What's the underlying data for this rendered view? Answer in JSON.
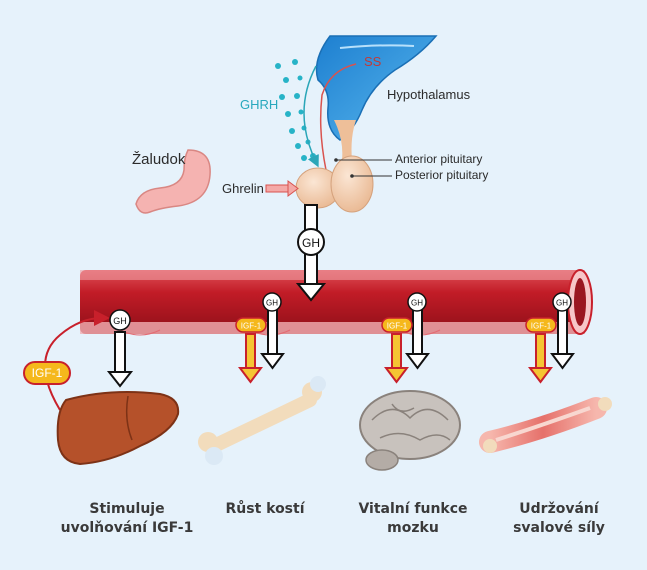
{
  "labels": {
    "ss": "SS",
    "hypothalamus": "Hypothalamus",
    "ghrh": "GHRH",
    "stomach": "Žaludok",
    "ghrelin": "Ghrelin",
    "anterior_pituitary": "Anterior pituitary",
    "posterior_pituitary": "Posterior pituitary",
    "gh": "GH",
    "igf_1": "IGF-1"
  },
  "targets": [
    {
      "caption": "Stimuluje\nuvolňování IGF-1"
    },
    {
      "caption": "Růst kostí"
    },
    {
      "caption": "Vitalní funkce\nmozku"
    },
    {
      "caption": "Udržování\nsvalové síly"
    }
  ],
  "colors": {
    "background": "#e6f2fb",
    "vessel": "#c8202b",
    "hypothalamus": "#2f8fd8",
    "ghrh": "#27b3c7",
    "igf": "#f1b51c"
  }
}
